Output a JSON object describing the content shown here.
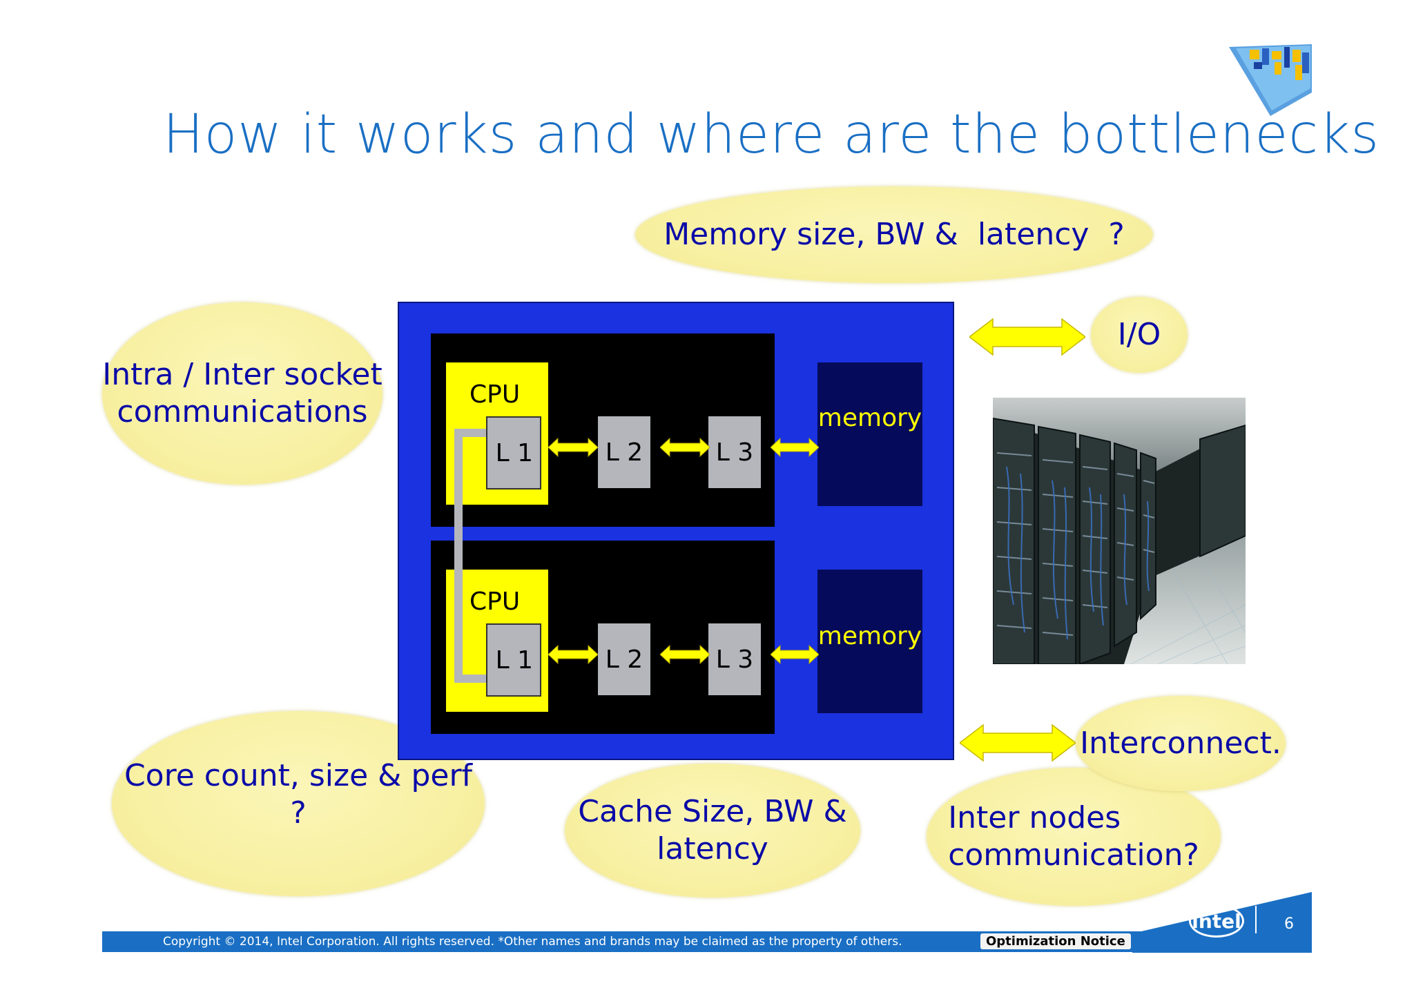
{
  "slide": {
    "title": "How it works and where are the bottlenecks",
    "page_number": "6"
  },
  "bubbles": {
    "memory": "Memory size, BW &  latency  ?",
    "io": "I/O",
    "socket_line1": "Intra / Inter socket",
    "socket_line2": "communications",
    "core": "Core count, size & perf ?",
    "cache_line1": "Cache Size, BW &",
    "cache_line2": "latency",
    "interconnect": "Interconnect.",
    "nodes_line1": "Inter nodes",
    "nodes_line2": "communication?"
  },
  "diagram": {
    "top": {
      "cpu": "CPU",
      "l1": "L 1",
      "l2": "L 2",
      "l3": "L 3",
      "memory": "memory"
    },
    "bottom": {
      "cpu": "CPU",
      "l1": "L 1",
      "l2": "L 2",
      "l3": "L 3",
      "memory": "memory"
    }
  },
  "footer": {
    "copyright": "Copyright ©  2014, Intel Corporation. All rights reserved. *Other names and brands may be claimed as the property of others.",
    "notice": "Optimization Notice",
    "logo_text": "intel"
  },
  "colors": {
    "title": "#1a6fc4",
    "bubble": "#f7ef9f",
    "bubble_text": "#0a0aa8",
    "panel": "#1a32e0",
    "cpu": "#ffff00",
    "arrow": "#ffff00",
    "footer_bar": "#1a6fc4"
  },
  "icons": {
    "corner_logo": "intel-corner-logo-icon",
    "intel_logo": "intel-logo-icon",
    "datacenter": "server-racks-photo"
  }
}
